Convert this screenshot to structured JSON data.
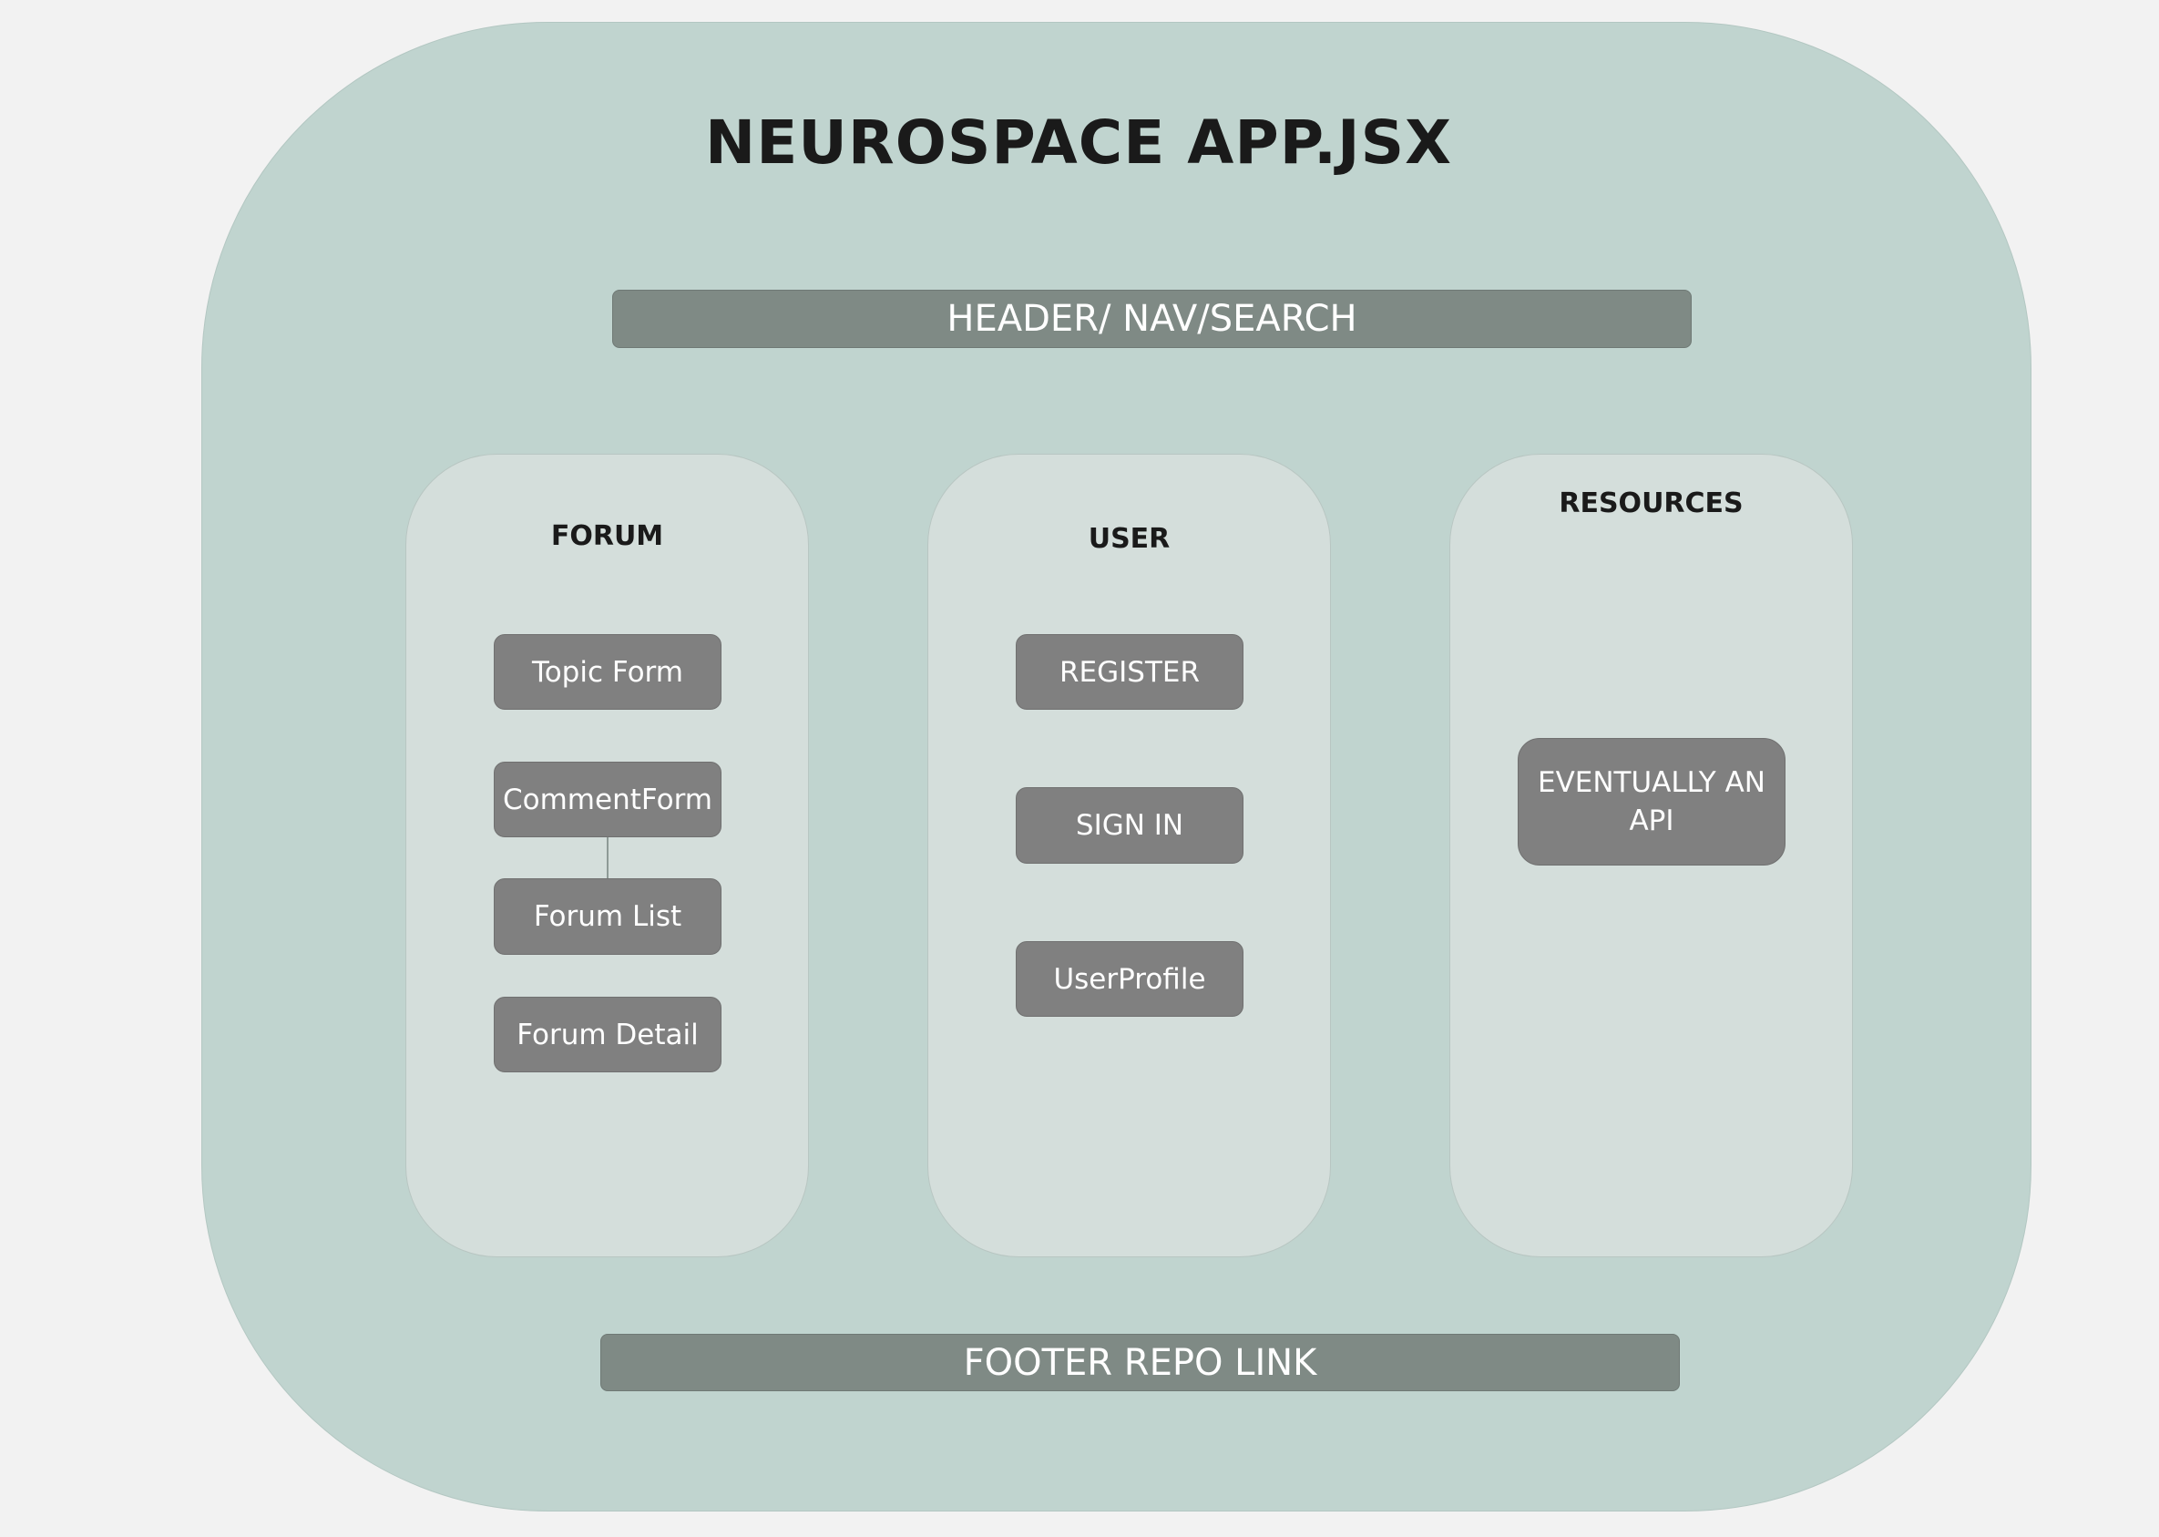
{
  "title": "NEUROSPACE APP.JSX",
  "header_bar": "HEADER/ NAV/SEARCH",
  "footer_bar": "FOOTER REPO LINK",
  "panels": {
    "forum": {
      "title": "FORUM",
      "items": [
        "Topic Form",
        "CommentForm",
        "Forum List",
        "Forum Detail"
      ]
    },
    "user": {
      "title": "USER",
      "items": [
        "REGISTER",
        "SIGN IN",
        "UserProfile"
      ]
    },
    "resources": {
      "title": "RESOURCES",
      "items": [
        "EVENTUALLY AN API"
      ]
    }
  },
  "colors": {
    "background": "#f2f2f2",
    "app_frame": "#c0d4cf",
    "panel": "#d4dedb",
    "bar": "#7f8a85",
    "box": "#808080",
    "text_dark": "#1a1a1a",
    "text_light": "#ffffff"
  }
}
